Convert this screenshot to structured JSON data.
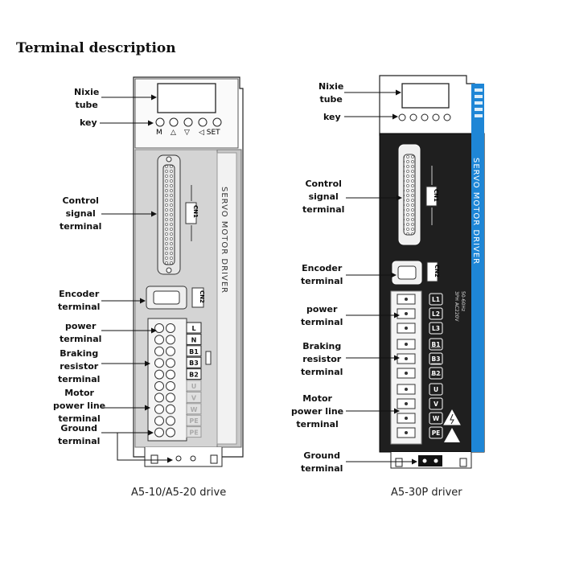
{
  "title": "Terminal description",
  "left_driver": {
    "caption": "A5-10/A5-20 drive",
    "side_text": "SERVO MOTOR DRIVER",
    "cn1": "CN1",
    "cn2": "CN2",
    "key_labels": [
      "M",
      "△",
      "▽",
      "◁ SET"
    ],
    "terminals": [
      "L",
      "N",
      "B1",
      "B3",
      "B2",
      "U",
      "V",
      "W",
      "PE",
      "PE"
    ],
    "labels": {
      "nixie": [
        "Nixie",
        "tube"
      ],
      "key": [
        "key"
      ],
      "control": [
        "Control",
        "signal",
        "terminal"
      ],
      "encoder": [
        "Encoder",
        "terminal"
      ],
      "power": [
        "power",
        "terminal"
      ],
      "braking": [
        "Braking",
        "resistor",
        "terminal"
      ],
      "motor": [
        "Motor",
        "power line",
        "terminal"
      ],
      "ground": [
        "Ground",
        "terminal"
      ]
    }
  },
  "right_driver": {
    "caption": "A5-30P driver",
    "side_text": "SERVO MOTOR DRIVER",
    "cn1": "CN1",
    "cn2": "CN2",
    "spec_text": [
      "3PH AC220V",
      "50-60Hz"
    ],
    "terminals": [
      "L1",
      "L2",
      "L3",
      "B1",
      "B3",
      "B2",
      "U",
      "V",
      "W",
      "PE"
    ],
    "labels": {
      "nixie": [
        "Nixie",
        "tube"
      ],
      "key": [
        "key"
      ],
      "control": [
        "Control",
        "signal",
        "terminal"
      ],
      "encoder": [
        "Encoder",
        "terminal"
      ],
      "power": [
        "power",
        "terminal"
      ],
      "braking": [
        "Braking",
        "resistor",
        "terminal"
      ],
      "motor": [
        "Motor",
        "power line",
        "terminal"
      ],
      "ground": [
        "Ground",
        "terminal"
      ]
    }
  },
  "colors": {
    "accent_blue": "#1e86d6",
    "dark_body": "#1f1f1f",
    "grey_body": "#c9c9c9"
  }
}
